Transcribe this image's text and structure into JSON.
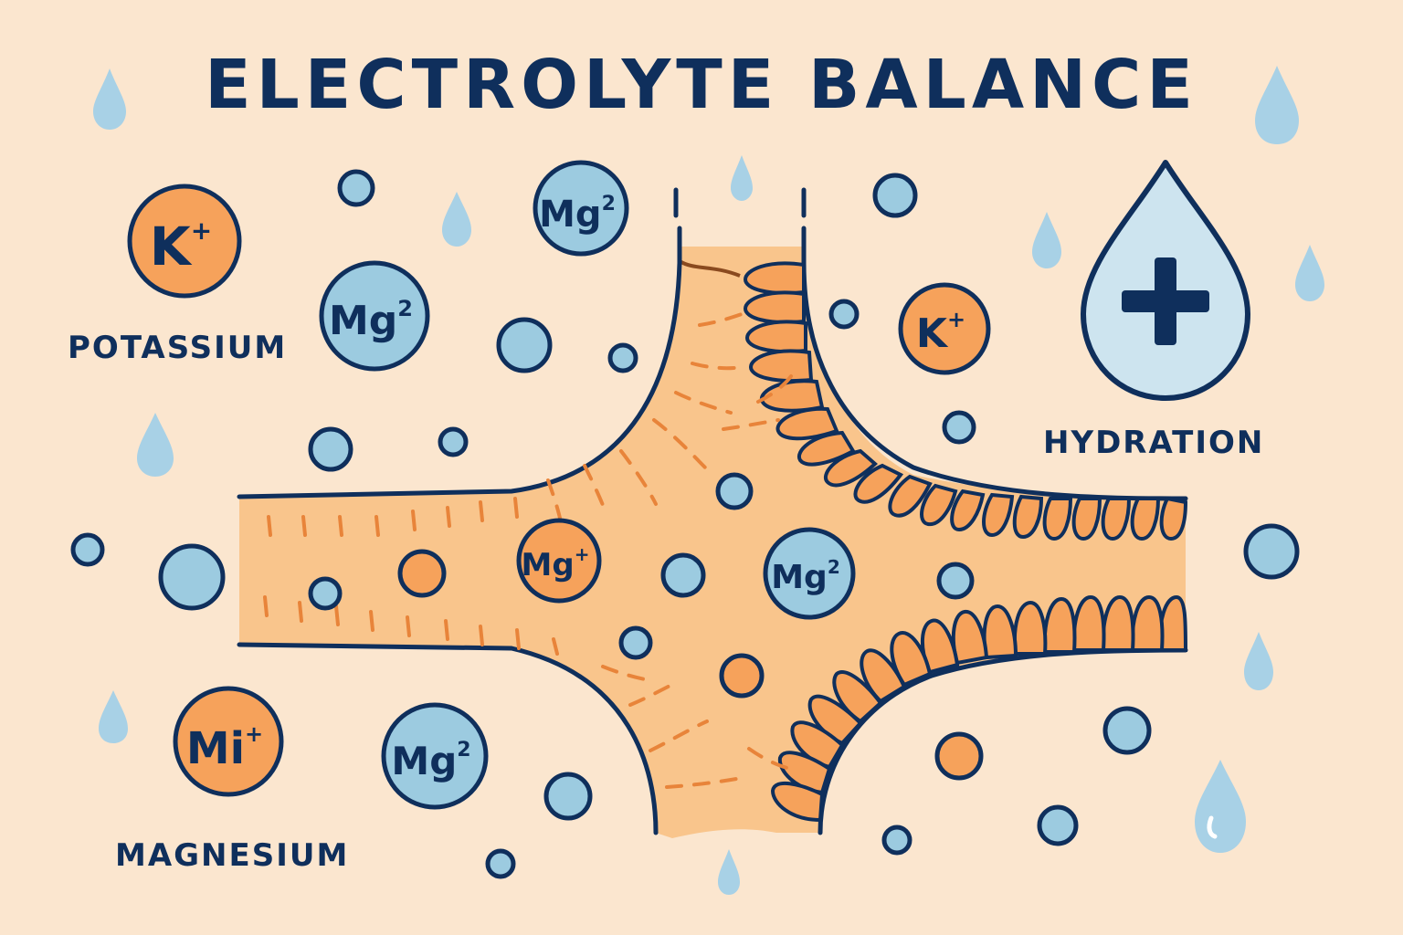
{
  "title": "ELECTROLYTE BALANCE",
  "labels": {
    "potassium": "POTASSIUM",
    "magnesium": "MAGNESIUM",
    "hydration": "HYDRATION"
  },
  "ions": [
    {
      "symbol": "K",
      "charge": "+",
      "kind": "orange"
    },
    {
      "symbol": "Mg",
      "charge": "2",
      "kind": "blue"
    },
    {
      "symbol": "Mg",
      "charge": "2",
      "kind": "blue"
    },
    {
      "symbol": "K",
      "charge": "+",
      "kind": "orange"
    },
    {
      "symbol": "Mg",
      "charge": "+",
      "kind": "orange"
    },
    {
      "symbol": "Mg",
      "charge": "2",
      "kind": "blue"
    },
    {
      "symbol": "Mi",
      "charge": "+",
      "kind": "orange"
    },
    {
      "symbol": "Mg",
      "charge": "2",
      "kind": "blue"
    }
  ],
  "hydration_icon": "water-drop-plus-icon",
  "colors": {
    "background": "#fbe6cf",
    "outline": "#0f2f5c",
    "orange": "#f6a25b",
    "blue": "#9ccbe0",
    "tissue": "#f9c58c",
    "drop": "#a8d1e6"
  }
}
